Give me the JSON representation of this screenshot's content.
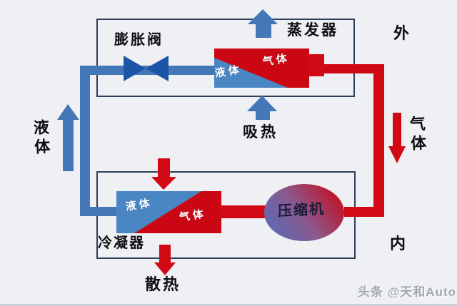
{
  "diagram": {
    "outdoor": {
      "region_label": "外",
      "evaporator_label": "蒸发器",
      "expansion_valve_label": "膨胀阀",
      "heat_in_label": "吸热",
      "exchanger": {
        "liquid_label": "液体",
        "gas_label": "气体"
      }
    },
    "indoor": {
      "region_label": "内",
      "condenser_label": "冷凝器",
      "compressor_label": "压缩机",
      "heat_out_label": "散热",
      "exchanger": {
        "liquid_label": "液体",
        "gas_label": "气体"
      }
    },
    "risers": {
      "liquid_label": "液体",
      "gas_label": "气体"
    },
    "colors": {
      "background": "#eff0f3",
      "box_border": "#2f3e5a",
      "pipe_blue": "#4377b8",
      "pipe_red": "#d10915",
      "valve_blue": "#1c55a6",
      "exchanger_blue": "#4b86c4",
      "exchanger_red": "#cb0713",
      "compressor_blue": "#5a6ab4",
      "compressor_red": "#c30f22"
    }
  },
  "watermark": {
    "text": "头条 @天和Auto"
  }
}
